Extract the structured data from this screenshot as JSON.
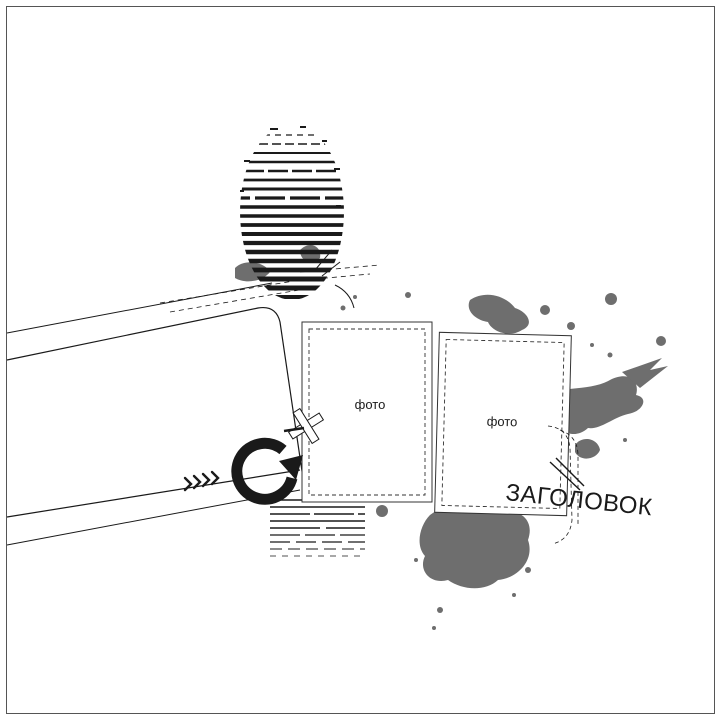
{
  "sketch": {
    "photos": [
      {
        "label": "фото"
      },
      {
        "label": "фото"
      }
    ],
    "title": "ЗАГОЛОВОК",
    "colors": {
      "background": "#ffffff",
      "border": "#555555",
      "ink": "#1a1a1a",
      "splatter": "#6e6e6e"
    },
    "icons": [
      "circular-arrow-icon",
      "arrow-chevrons-icon",
      "cross-stitch-icon",
      "ink-splatter",
      "halftone-stripes"
    ]
  }
}
